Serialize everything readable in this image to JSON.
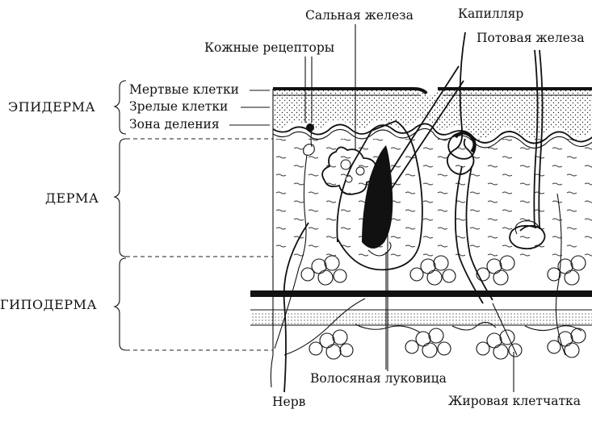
{
  "layers": {
    "epidermis": "ЭПИДЕРМА",
    "dermis": "ДЕРМА",
    "hypodermis": "ГИПОДЕРМА"
  },
  "epidermis_sublayers": {
    "dead_cells": "Мертвые клетки",
    "mature_cells": "Зрелые клетки",
    "division_zone": "Зона деления"
  },
  "labels": {
    "sebaceous_gland": "Сальная железа",
    "capillary": "Капилляр",
    "sweat_gland": "Потовая железа",
    "skin_receptors": "Кожные рецепторы",
    "hair_bulb": "Волосяная луковица",
    "nerve": "Нерв",
    "fat_tissue": "Жировая клетчатка"
  }
}
